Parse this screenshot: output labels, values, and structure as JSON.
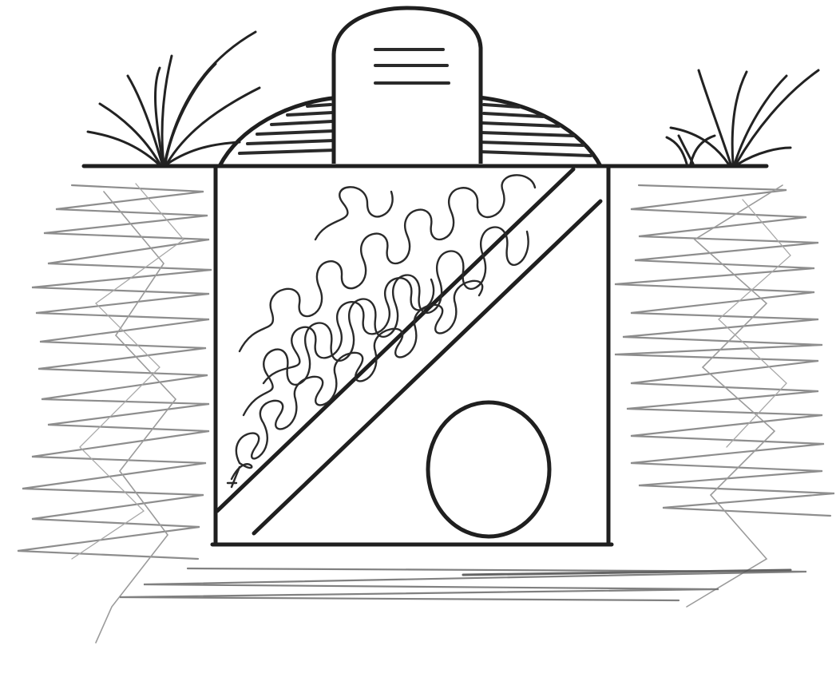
{
  "colors": {
    "ink": "#1f1f1f",
    "pencil": "#6e6e6e",
    "pencil_light": "#9a9a9a",
    "paper": "#ffffff"
  },
  "elements": {
    "headstone": "headstone-icon",
    "mound": "earth-mound",
    "grave": "grave-shaft",
    "fill": "scribbled-fill",
    "body": "round-object",
    "grass": "grass-tuft-icon",
    "soil": "pencil-soil-hatching"
  }
}
